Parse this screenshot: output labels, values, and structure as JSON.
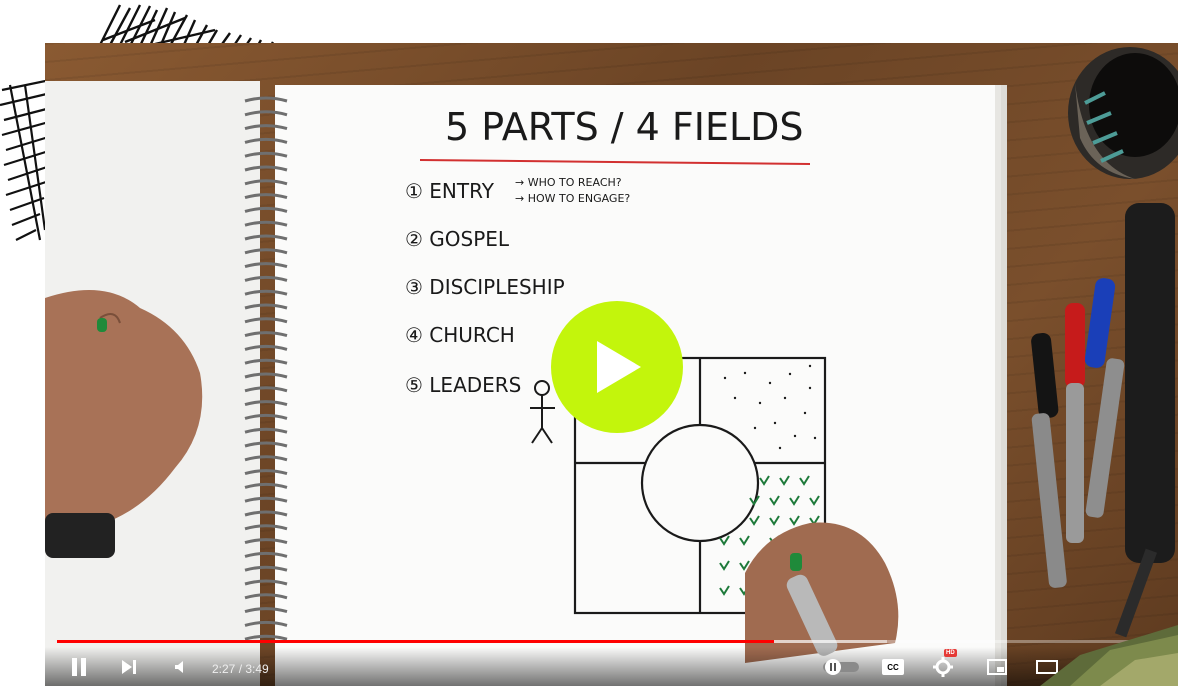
{
  "player": {
    "time_current": "2:27",
    "time_separator": " / ",
    "time_total": "3:49",
    "progress": 0.64,
    "buffered": 0.74,
    "hd_badge": "HD",
    "cc_label": "CC"
  },
  "whiteboard": {
    "title": "5 PARTS / 4 FIELDS",
    "items": [
      "① ENTRY",
      "② GOSPEL",
      "③ DISCIPLESHIP",
      "④ CHURCH",
      "⑤ LEADERS"
    ],
    "entry_notes": [
      "→ WHO TO REACH?",
      "→ HOW TO ENGAGE?"
    ]
  },
  "colors": {
    "play_accent": "#c3f50c",
    "progress": "#ff0000",
    "title_underline": "#d23030"
  },
  "icons": [
    "play-icon",
    "pause-icon",
    "next-icon",
    "volume-icon",
    "autoplay-toggle-icon",
    "cc-icon",
    "settings-icon",
    "miniplayer-icon",
    "theater-icon"
  ]
}
